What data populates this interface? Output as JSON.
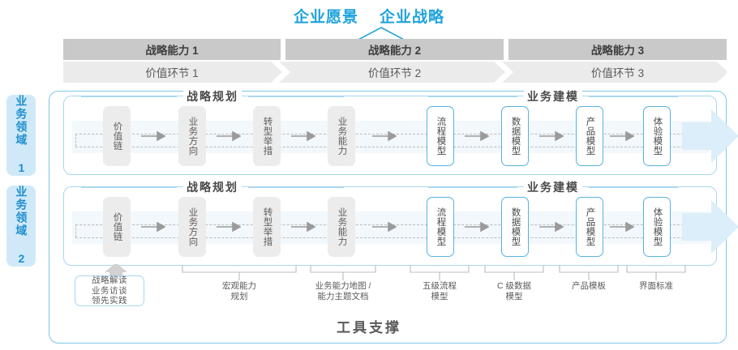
{
  "header": {
    "titles": [
      "企业愿景",
      "企业战略"
    ],
    "accent_color": "#1fa3dc"
  },
  "capabilities": [
    {
      "label": "战略能力 1"
    },
    {
      "label": "战略能力 2"
    },
    {
      "label": "战略能力 3"
    }
  ],
  "value_chain": [
    {
      "label": "价值环节 1"
    },
    {
      "label": "价值环节 2"
    },
    {
      "label": "价值环节 3"
    }
  ],
  "bar_colors": {
    "capability_bg": "#c9c9c9",
    "value_bg": "#ebebeb",
    "capability_text": "#3e3e3e",
    "value_text": "#5a5a5a"
  },
  "domains": [
    {
      "side_label": "业务领域 1",
      "sections": [
        {
          "title": "战略规划"
        },
        {
          "title": "业务建模"
        }
      ],
      "nodes": [
        {
          "label": "价值链",
          "style": "gray"
        },
        {
          "label": "业务方向",
          "style": "gray"
        },
        {
          "label": "转型举措",
          "style": "gray"
        },
        {
          "label": "业务能力",
          "style": "gray"
        },
        {
          "label": "流程模型",
          "style": "blue"
        },
        {
          "label": "数据模型",
          "style": "blue"
        },
        {
          "label": "产品模型",
          "style": "blue"
        },
        {
          "label": "体验模型",
          "style": "blue"
        }
      ]
    },
    {
      "side_label": "业务领域 2",
      "sections": [
        {
          "title": "战略规划"
        },
        {
          "title": "业务建模"
        }
      ],
      "nodes": [
        {
          "label": "价值链",
          "style": "gray"
        },
        {
          "label": "业务方向",
          "style": "gray"
        },
        {
          "label": "转型举措",
          "style": "gray"
        },
        {
          "label": "业务能力",
          "style": "gray"
        },
        {
          "label": "流程模型",
          "style": "blue"
        },
        {
          "label": "数据模型",
          "style": "blue"
        },
        {
          "label": "产品模型",
          "style": "blue"
        },
        {
          "label": "体验模型",
          "style": "blue"
        }
      ]
    }
  ],
  "tool_support": {
    "boxed_item": {
      "lines": [
        "战略解读",
        "业务访谈",
        "领先实践"
      ]
    },
    "labels": [
      {
        "lines": [
          "宏观能力",
          "规划"
        ]
      },
      {
        "lines": [
          "业务能力地图 /",
          "能力主题文档"
        ]
      },
      {
        "lines": [
          "五级流程",
          "模型"
        ]
      },
      {
        "lines": [
          "C 级数据",
          "模型"
        ]
      },
      {
        "lines": [
          "产品模板"
        ]
      },
      {
        "lines": [
          "界面标准"
        ]
      }
    ],
    "title": "工具支撑"
  },
  "palette": {
    "blue_border": "#7cc6e8",
    "blue_light": "#cfe9f8",
    "node_blue": "#56b3e0",
    "node_gray": "#ececec",
    "track_band": "#f2f8fc",
    "big_arrow": "#dbeef9"
  }
}
